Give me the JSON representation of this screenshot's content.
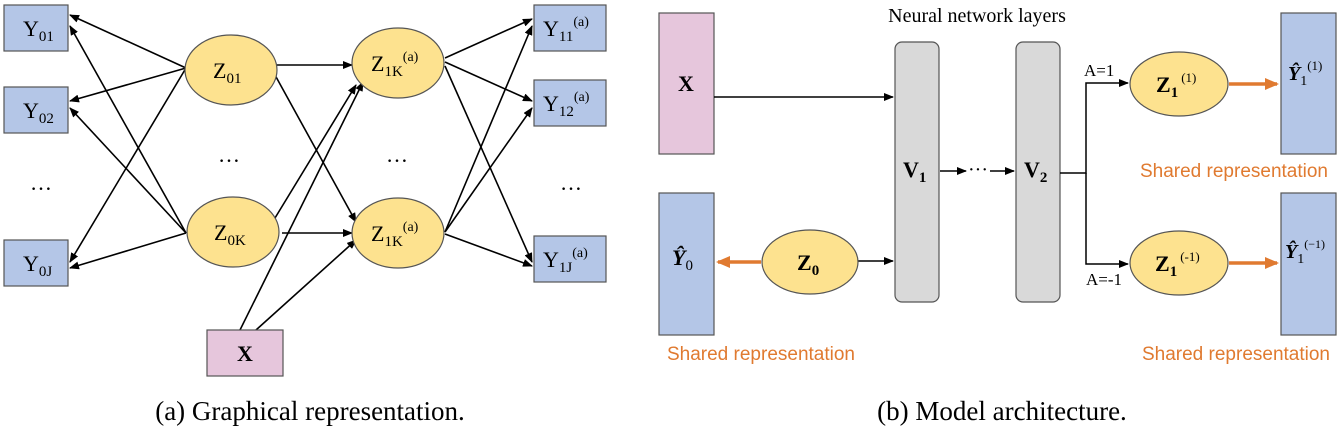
{
  "panel_a": {
    "y0_nodes": [
      {
        "main": "Y",
        "sub": "01"
      },
      {
        "main": "Y",
        "sub": "02"
      },
      {
        "main": "Y",
        "sub": "0J"
      }
    ],
    "z0_nodes": [
      {
        "main": "Z",
        "sub": "01"
      },
      {
        "main": "Z",
        "sub": "0K"
      }
    ],
    "z1_nodes": [
      {
        "main": "Z",
        "sub": "1K",
        "sup": "(a)"
      },
      {
        "main": "Z",
        "sub": "1K",
        "sup": "(a)"
      }
    ],
    "y1_nodes": [
      {
        "main": "Y",
        "sub": "11",
        "sup": "(a)"
      },
      {
        "main": "Y",
        "sub": "12",
        "sup": "(a)"
      },
      {
        "main": "Y",
        "sub": "1J",
        "sup": "(a)"
      }
    ],
    "x_label": "X",
    "ellipsis": "…",
    "caption": "(a) Graphical representation."
  },
  "panel_b": {
    "title": "Neural network layers",
    "x_label": "X",
    "v1": {
      "main": "V",
      "sub": "1"
    },
    "v2": {
      "main": "V",
      "sub": "2"
    },
    "dots": "···",
    "z0": {
      "main": "Z",
      "sub": "0"
    },
    "y0hat": {
      "main": "Ŷ",
      "sub": "0"
    },
    "branch_top": {
      "a_label": "A=1",
      "z": {
        "main": "Z",
        "sub": "1",
        "sup": "(1)"
      },
      "yhat": {
        "main": "Ŷ",
        "sub": "1",
        "sup": "(1)"
      }
    },
    "branch_bottom": {
      "a_label": "A=-1",
      "z": {
        "main": "Z",
        "sub": "1",
        "sup": "(-1)"
      },
      "yhat": {
        "main": "Ŷ",
        "sub": "1",
        "sup": "(−1)"
      }
    },
    "shared_label": "Shared representation",
    "caption": "(b) Model architecture."
  },
  "colors": {
    "y_box": "#b4c6e7",
    "x_box": "#e6c6dc",
    "z_ellipse": "#fde28f",
    "layer_box": "#d9d9d9",
    "orange": "#e07a30"
  }
}
